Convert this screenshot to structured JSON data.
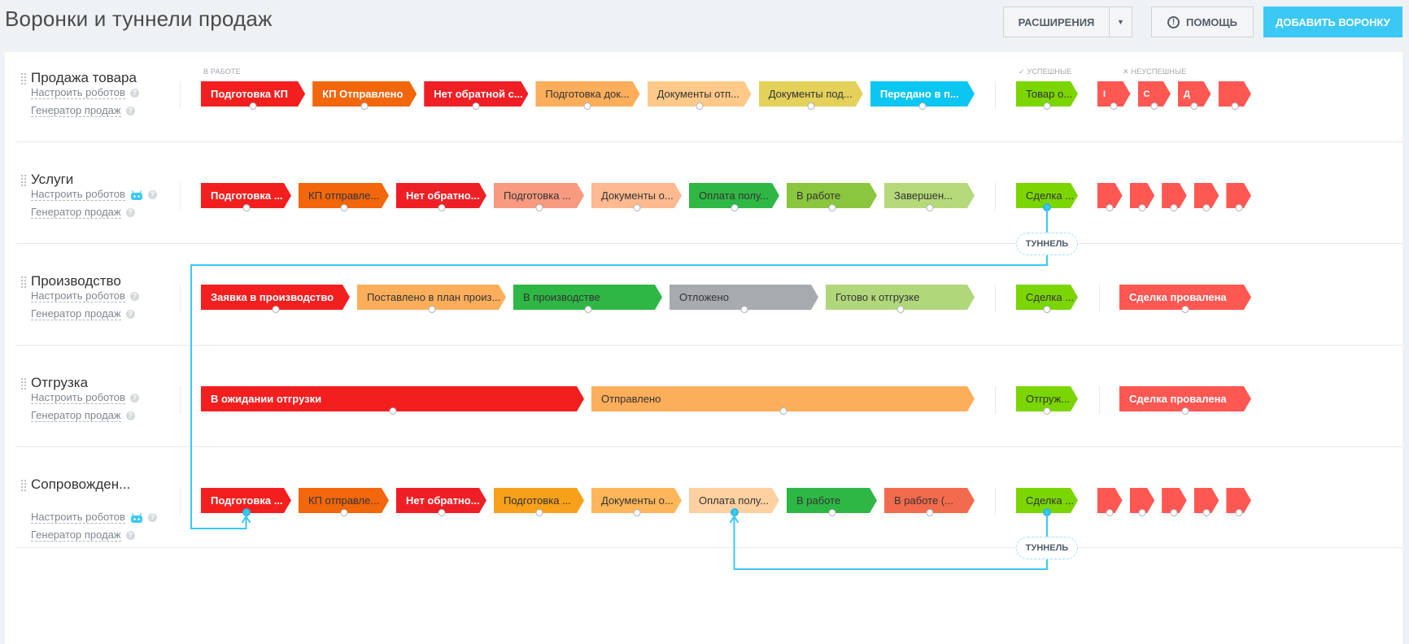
{
  "page": {
    "title": "Воронки и туннели продаж"
  },
  "toolbar": {
    "extensions_label": "Расширения",
    "help_label": "Помощь",
    "add_label": "Добавить воронку"
  },
  "column_labels": {
    "in_work": "В работе",
    "success": "Успешные",
    "fail": "Неуспешные"
  },
  "funnels": [
    {
      "name": "Продажа товара",
      "robots_label": "Настроить роботов",
      "generator_label": "Генератор продаж",
      "robot_icon": false,
      "stages": [
        {
          "label": "Подготовка КП",
          "color": "#f31f1f"
        },
        {
          "label": "КП Отправлено",
          "color": "#f2660c"
        },
        {
          "label": "Нет обратной с...",
          "color": "#ef1f26"
        },
        {
          "label": "Подготовка док...",
          "color": "#fdae5a",
          "dark": true
        },
        {
          "label": "Документы отп...",
          "color": "#ffc98a",
          "dark": true
        },
        {
          "label": "Документы под...",
          "color": "#e4d15a",
          "dark": true
        },
        {
          "label": "Передано в п...",
          "color": "#0ac6f0"
        }
      ],
      "success": "Товар о...",
      "fails": [
        "І",
        "С",
        "Д",
        ""
      ]
    },
    {
      "name": "Услуги",
      "robots_label": "Настроить роботов",
      "generator_label": "Генератор продаж",
      "robot_icon": true,
      "stages": [
        {
          "label": "Подготовка ...",
          "color": "#f31f1f"
        },
        {
          "label": "КП отправле...",
          "color": "#f2660c",
          "dark": true
        },
        {
          "label": "Нет обратно...",
          "color": "#ef1f26"
        },
        {
          "label": "Подготовка ...",
          "color": "#f79a7f",
          "dark": true
        },
        {
          "label": "Документы о...",
          "color": "#fdb990",
          "dark": true
        },
        {
          "label": "Оплата полу...",
          "color": "#2fb745",
          "dark": true
        },
        {
          "label": "В работе",
          "color": "#8bc63f",
          "dark": true
        },
        {
          "label": "Завершен...",
          "color": "#b5d97a",
          "dark": true
        }
      ],
      "success": "Сделка ...",
      "fails": [
        "",
        "",
        "",
        "",
        ""
      ]
    },
    {
      "name": "Производство",
      "robots_label": "Настроить роботов",
      "generator_label": "Генератор продаж",
      "robot_icon": false,
      "stages": [
        {
          "label": "Заявка в производство",
          "color": "#f31f1f"
        },
        {
          "label": "Поставлено в план произ...",
          "color": "#fdae5a",
          "dark": true
        },
        {
          "label": "В производстве",
          "color": "#2fb745",
          "dark": true
        },
        {
          "label": "Отложено",
          "color": "#a7aaae",
          "dark": true
        },
        {
          "label": "Готово к отгрузке",
          "color": "#b1d77b",
          "dark": true
        }
      ],
      "success": "Сделка ...",
      "fails": [
        "Сделка провалена"
      ]
    },
    {
      "name": "Отгрузка",
      "robots_label": "Настроить роботов",
      "generator_label": "Генератор продаж",
      "robot_icon": false,
      "stages": [
        {
          "label": "В ожидании отгрузки",
          "color": "#f31f1f"
        },
        {
          "label": "Отправлено",
          "color": "#fdae5a",
          "dark": true
        }
      ],
      "success": "Отгруж...",
      "fails": [
        "Сделка провалена"
      ]
    },
    {
      "name": "Сопровожден...",
      "robots_label": "Настроить роботов",
      "generator_label": "Генератор продаж",
      "robot_icon": true,
      "stages": [
        {
          "label": "Подготовка ...",
          "color": "#f31f1f"
        },
        {
          "label": "КП отправле...",
          "color": "#f2660c",
          "dark": true
        },
        {
          "label": "Нет обратно...",
          "color": "#ef1f26"
        },
        {
          "label": "Подготовка ...",
          "color": "#f7a01a",
          "dark": true
        },
        {
          "label": "Документы о...",
          "color": "#fdb65a",
          "dark": true
        },
        {
          "label": "Оплата полу...",
          "color": "#ffd0a0",
          "dark": true
        },
        {
          "label": "В работе",
          "color": "#2fb745",
          "dark": true
        },
        {
          "label": "В работе (...",
          "color": "#f26b4c",
          "dark": true
        }
      ],
      "success": "Сделка ...",
      "fails": [
        "",
        "",
        "",
        "",
        ""
      ]
    }
  ],
  "tunnel_label": "Туннель",
  "colors": {
    "success": "#7bd500",
    "fail": "#ff5752",
    "tunnel_line": "#3bc8f5",
    "accent": "#3bc8f5"
  }
}
